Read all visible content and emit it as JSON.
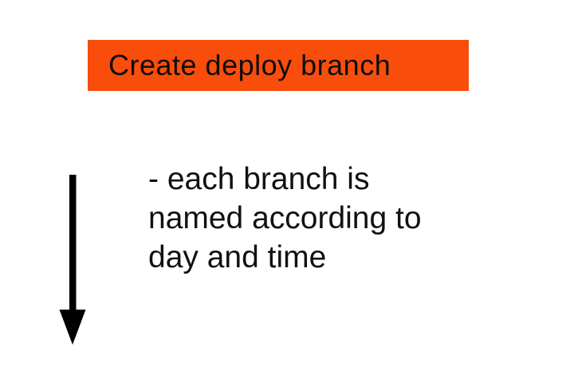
{
  "slide": {
    "background_color": "#ffffff",
    "heading": {
      "label": "Create deploy branch",
      "bg_color": "#f94d0b",
      "text_color": "#0d0d0d"
    },
    "arrow": {
      "direction": "down",
      "color": "#000000"
    },
    "note": {
      "full_text": "- each branch is named according to day and time",
      "lines": [
        "- each branch is",
        "named according to",
        "day and time"
      ]
    }
  }
}
